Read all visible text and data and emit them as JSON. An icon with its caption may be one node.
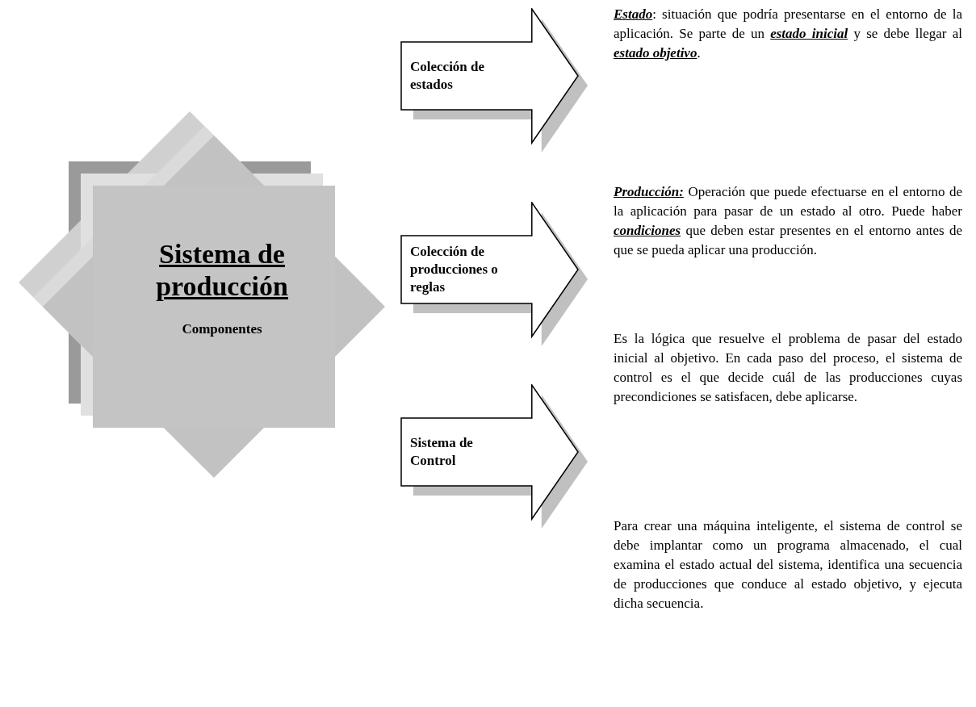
{
  "diagram": {
    "nodes": [
      {
        "text": [
          "Sistema de producción",
          "Componentes"
        ]
      },
      {
        "text": [
          "Colección de estados"
        ]
      },
      {
        "text": [
          "Colección de producciones o reglas"
        ]
      },
      {
        "text": [
          "Sistema de Control"
        ]
      }
    ],
    "labels": [
      "**Estado**: situación que podría presentarse en el entorno de la aplicación. Se parte de un **estado inicial** y se debe llegar al **estado objetivo**.",
      "**Producción:** Operación que puede efectuarse en el entorno de la aplicación para pasar de un estado al otro. Puede haber **condiciones** que deben estar presentes en el entorno antes de que se pueda aplicar una producción.",
      "Es la lógica que resuelve el problema de pasar del estado inicial al objetivo. En cada paso del proceso, el sistema de control es el que decide cuál de las producciones cuyas precondiciones se satisfacen, debe aplicarse.",
      "Para crear una máquina inteligente, el sistema de control se debe implantar como un programa almacenado, el cual examina el estado actual del sistema, identifica una secuencia de producciones que conduce al estado objetivo, y ejecuta dicha secuencia."
    ]
  }
}
